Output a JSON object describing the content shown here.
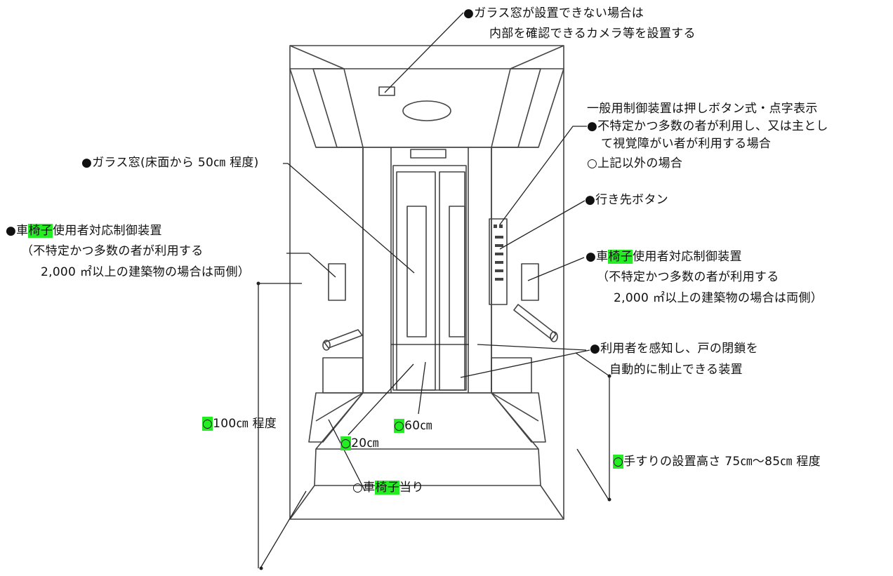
{
  "labels": {
    "camera_1": "●ガラス窓が設置できない場合は",
    "camera_2": "内部を確認できるカメラ等を設置する",
    "control_1": "一般用制御装置は押しボタン式・点字表示",
    "control_2": "●不特定かつ多数の者が利用し、又は主とし",
    "control_3": "て視覚障がい者が利用する場合",
    "control_4": "○上記以外の場合",
    "glass_window": "●ガラス窓(床面から 50㎝ 程度)",
    "destination_button": "●行き先ボタン",
    "wheelchair_left": {
      "pre": "●車",
      "highlight": "椅子",
      "post": "使用者対応制御装置",
      "line2": "（不特定かつ多数の者が利用する",
      "line3": "2,000 ㎡以上の建築物の場合は両側）"
    },
    "wheelchair_right": {
      "pre": "●車",
      "highlight": "椅子",
      "post": "使用者対応制御装置",
      "line2": "（不特定かつ多数の者が利用する",
      "line3": "2,000 ㎡以上の建築物の場合は両側）"
    },
    "sensor_1": "●利用者を感知し、戸の閉鎖を",
    "sensor_2": "自動的に制止できる装置",
    "height_100": {
      "mark": "○",
      "text": "100㎝ 程度"
    },
    "dim_60": {
      "mark": "○",
      "text": "60㎝"
    },
    "dim_20": {
      "mark": "○",
      "text": "20㎝"
    },
    "handrail": {
      "mark": "○",
      "text": "手すりの設置高さ 75㎝～85㎝ 程度"
    },
    "kick_plate": {
      "pre": "○車",
      "highlight": "椅子",
      "post": "当り"
    }
  },
  "colors": {
    "highlight": "#22ee22",
    "line": "#333333"
  }
}
